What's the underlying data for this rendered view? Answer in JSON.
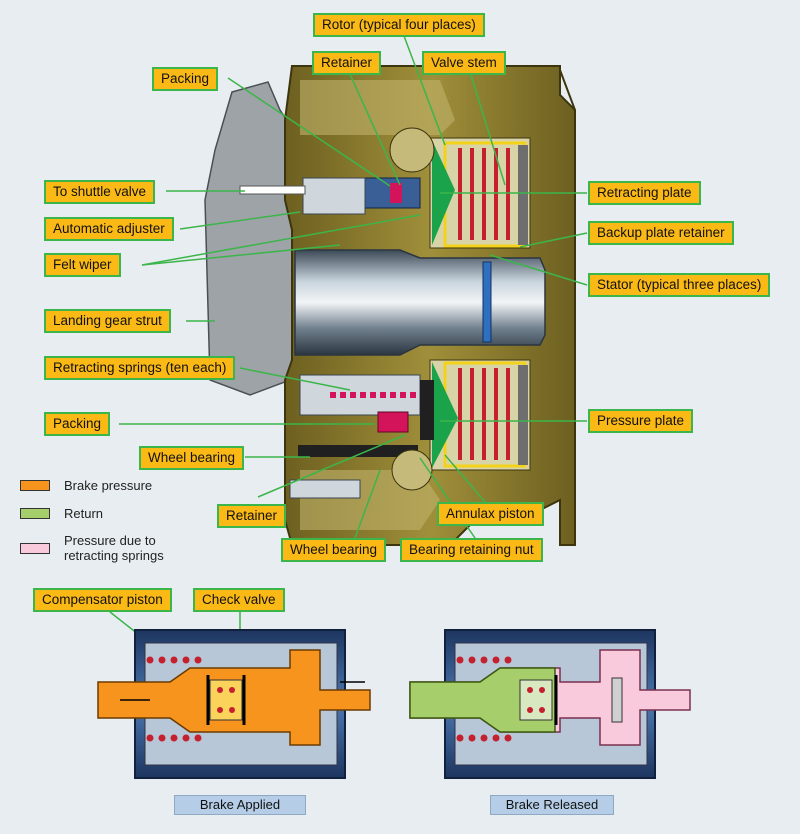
{
  "callouts": {
    "rotor": "Rotor (typical four places)",
    "packing_top": "Packing",
    "retainer_top": "Retainer",
    "valve_stem": "Valve stem",
    "to_shuttle_valve": "To shuttle valve",
    "retracting_plate": "Retracting plate",
    "automatic_adjuster": "Automatic adjuster",
    "backup_plate_retainer": "Backup plate retainer",
    "felt_wiper": "Felt wiper",
    "stator": "Stator (typical three places)",
    "landing_gear_strut": "Landing gear strut",
    "retracting_springs": "Retracting springs (ten each)",
    "packing_bottom": "Packing",
    "pressure_plate": "Pressure plate",
    "wheel_bearing_left": "Wheel bearing",
    "retainer_bottom": "Retainer",
    "annulax_piston": "Annulax piston",
    "wheel_bearing_bottom": "Wheel bearing",
    "bearing_retaining_nut": "Bearing retaining nut",
    "compensator_piston": "Compensator piston",
    "check_valve": "Check valve"
  },
  "legend": [
    {
      "label": "Brake pressure",
      "color": "#f7941d"
    },
    {
      "label": "Return",
      "color": "#a6cf6b"
    },
    {
      "label": "Pressure due to retracting springs",
      "color": "#f9c9dc"
    }
  ],
  "states": {
    "applied": "Brake Applied",
    "released": "Brake Released"
  },
  "colors": {
    "callout_fill": "#fbb916",
    "callout_border": "#3cb54a",
    "housing": "#8a7a2c",
    "housing_dark": "#5e5218",
    "stator_green": "#1aa34a",
    "rotor_red": "#c4202e",
    "brake_pressure": "#f7941d",
    "return": "#a6cf6b",
    "spring_pressure": "#f9c9dc",
    "cylinder_blue": "#2a4f8a"
  }
}
